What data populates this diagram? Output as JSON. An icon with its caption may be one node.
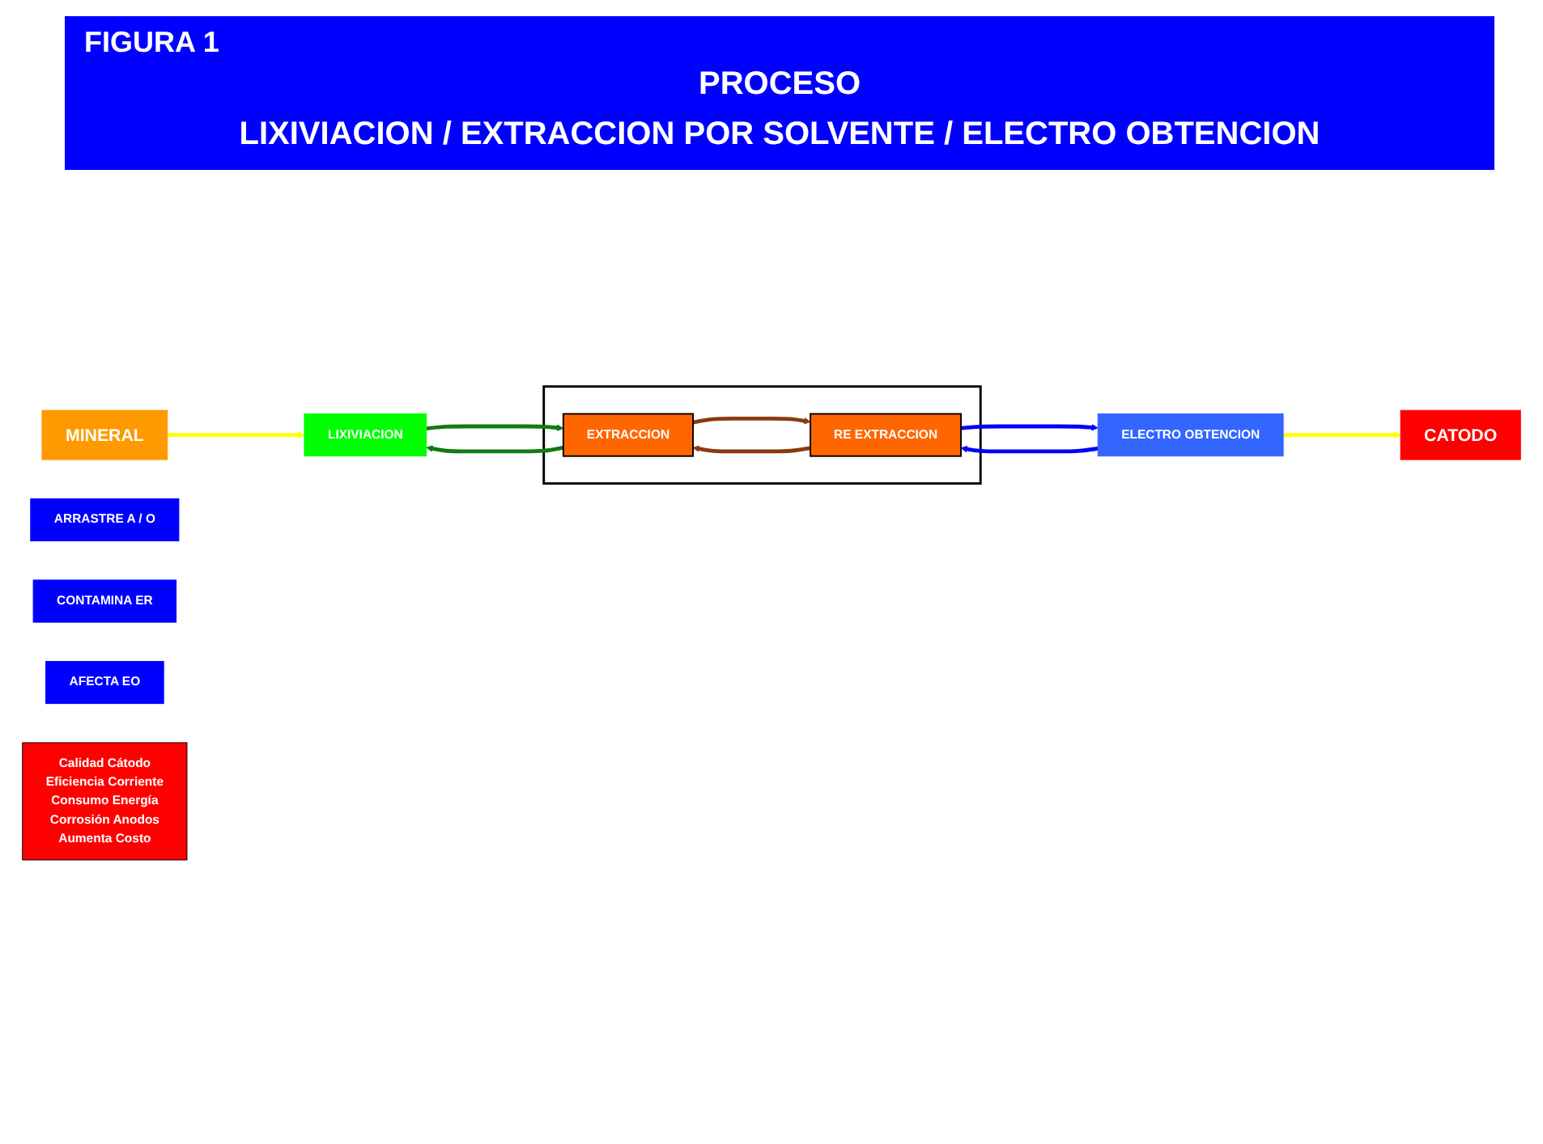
{
  "diagram": {
    "title": "PROCESO",
    "labels": [
      "FIGURA 1",
      "LIXIVIACION / EXTRACCION POR SOLVENTE / ELECTRO OBTENCION"
    ],
    "nodes": [
      {
        "text": [
          "MINERAL"
        ]
      },
      {
        "text": [
          "LIXIVIACION"
        ]
      },
      {
        "text": [],
        "shape": "box"
      },
      {
        "text": [
          "EXTRACCION"
        ],
        "in": 2
      },
      {
        "text": [
          "RE EXTRACCION"
        ],
        "in": 2
      },
      {
        "text": [
          "ELECTRO OBTENCION"
        ]
      },
      {
        "text": [
          "CATODO"
        ]
      },
      {
        "text": [
          "ARRASTRE A / O"
        ]
      },
      {
        "text": [
          "CONTAMINA ER"
        ]
      },
      {
        "text": [
          "AFECTA EO"
        ]
      },
      {
        "text": [
          "Calidad Cátodo",
          "Eficiencia Corriente",
          "Consumo Energía",
          "Corrosión Anodos",
          "Aumenta Costo"
        ]
      }
    ],
    "edges": [
      {
        "from": 0,
        "to": 1,
        "arrow": "to",
        "color": "#ffff00"
      },
      {
        "from": 1,
        "to": 3,
        "arrow": "to",
        "color": "#117a11"
      },
      {
        "from": 3,
        "to": 1,
        "arrow": "to",
        "color": "#117a11"
      },
      {
        "from": 3,
        "to": 4,
        "arrow": "to",
        "color": "#8b3a0f"
      },
      {
        "from": 4,
        "to": 3,
        "arrow": "to",
        "color": "#8b3a0f"
      },
      {
        "from": 4,
        "to": 5,
        "arrow": "to",
        "color": "#0000ff"
      },
      {
        "from": 5,
        "to": 4,
        "arrow": "to",
        "color": "#0000ff"
      },
      {
        "from": 5,
        "to": 6,
        "arrow": "to",
        "color": "#ffff00"
      }
    ]
  }
}
